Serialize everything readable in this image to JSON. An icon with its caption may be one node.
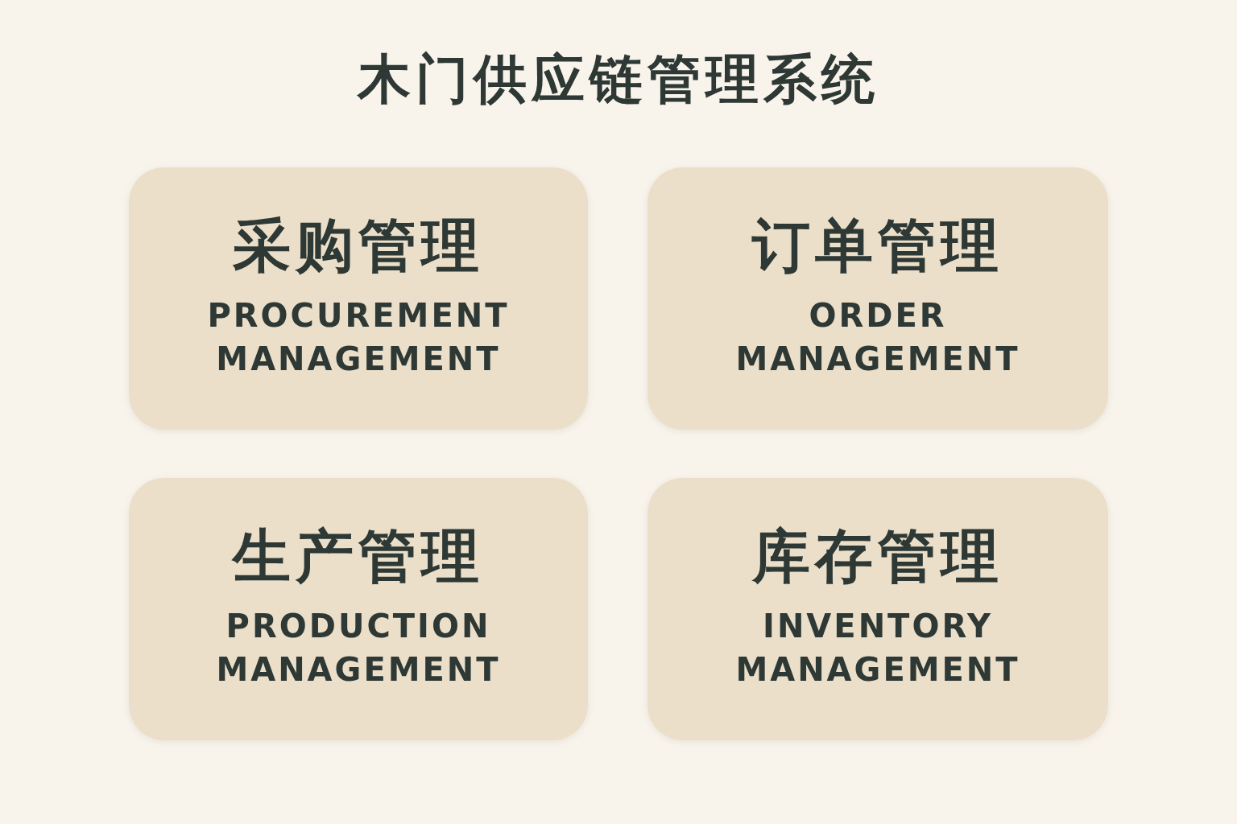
{
  "diagram": {
    "title": "木门供应链管理系统",
    "nodes": [
      {
        "text": [
          "采购管理",
          "PROCUREMENT MANAGEMENT"
        ]
      },
      {
        "text": [
          "订单管理",
          "ORDER MANAGEMENT"
        ]
      },
      {
        "text": [
          "生产管理",
          "PRODUCTION MANAGEMENT"
        ]
      },
      {
        "text": [
          "库存管理",
          "INVENTORY MANAGEMENT"
        ]
      }
    ]
  }
}
